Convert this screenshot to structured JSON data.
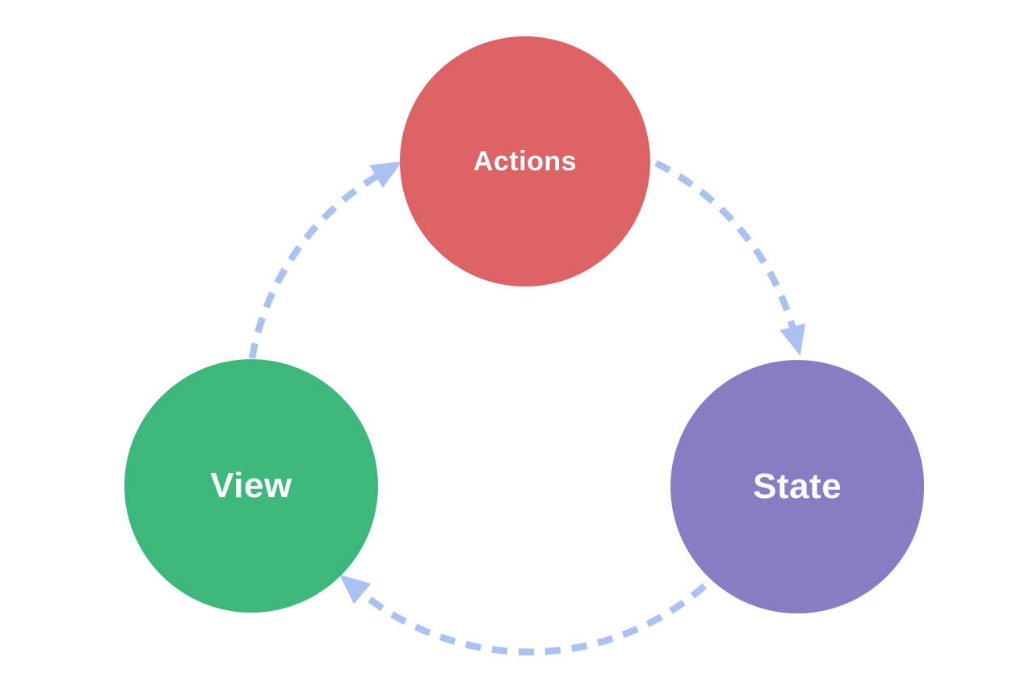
{
  "diagram": {
    "type": "cycle",
    "background_color": "#FFFFFF",
    "arrow_color": "#A9C2F0",
    "arrow_style": "dashed",
    "nodes": [
      {
        "id": "actions",
        "label": "Actions",
        "color": "#DB6366",
        "text_color": "#FFFFFF",
        "position": "top"
      },
      {
        "id": "view",
        "label": "View",
        "color": "#3EB77D",
        "text_color": "#FFFFFF",
        "position": "left"
      },
      {
        "id": "state",
        "label": "State",
        "color": "#8A7BC3",
        "text_color": "#FFFFFF",
        "position": "right"
      }
    ],
    "edges": [
      {
        "from": "view",
        "to": "actions",
        "style": "dashed-arrow"
      },
      {
        "from": "actions",
        "to": "state",
        "style": "dashed-arrow"
      },
      {
        "from": "state",
        "to": "view",
        "style": "dashed-arrow"
      }
    ]
  }
}
